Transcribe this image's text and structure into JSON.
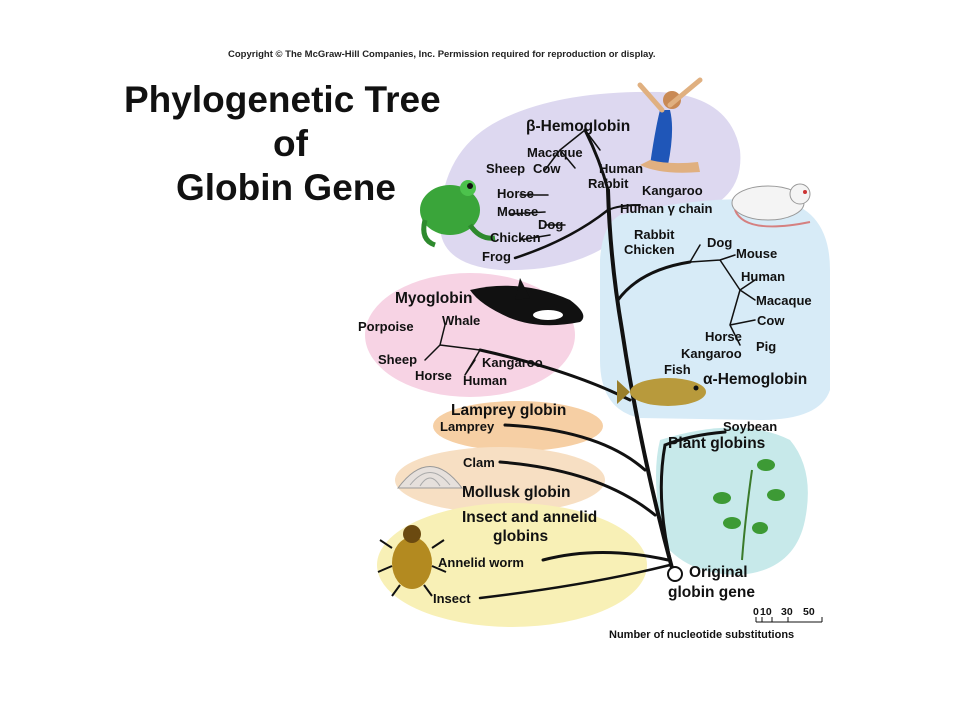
{
  "copyright": "Copyright © The McGraw-Hill Companies, Inc. Permission required for reproduction or display.",
  "title": {
    "line1": "Phylogenetic Tree",
    "line2": "of",
    "line3": "Globin Gene"
  },
  "groups": {
    "beta": "β-Hemoglobin",
    "alpha": "α-Hemoglobin",
    "myoglobin": "Myoglobin",
    "lamprey": "Lamprey globin",
    "mollusk": "Mollusk globin",
    "insect_line1": "Insect and annelid",
    "insect_line2": "globins",
    "plant": "Plant globins",
    "origin_line1": "Original",
    "origin_line2": "globin gene"
  },
  "leaves": {
    "beta": [
      "Macaque",
      "Sheep",
      "Cow",
      "Human",
      "Rabbit",
      "Horse",
      "Mouse",
      "Dog",
      "Chicken",
      "Frog",
      "Kangaroo",
      "Human γ chain"
    ],
    "alpha": [
      "Rabbit",
      "Chicken",
      "Dog",
      "Mouse",
      "Human",
      "Macaque",
      "Cow",
      "Horse",
      "Pig",
      "Kangaroo",
      "Fish"
    ],
    "myoglobin": [
      "Whale",
      "Porpoise",
      "Sheep",
      "Horse",
      "Kangaroo",
      "Human"
    ],
    "lamprey": [
      "Lamprey"
    ],
    "mollusk": [
      "Clam"
    ],
    "insect": [
      "Annelid worm",
      "Insect"
    ],
    "plant": [
      "Soybean"
    ]
  },
  "scale": {
    "ticks": [
      "0",
      "10",
      "30",
      "50"
    ],
    "label": "Number of nucleotide substitutions"
  },
  "colors": {
    "beta_bg": "#ddd8f0",
    "alpha_bg": "#d7ebf7",
    "myoglobin_bg": "#f7d3e4",
    "lamprey_bg": "#f6cfa4",
    "mollusk_bg": "#f7dfc3",
    "insect_bg": "#f8f0b6",
    "plant_bg": "#c7e9ea",
    "branch": "#111111"
  },
  "illustrations": [
    "swimmer-figure",
    "frog",
    "white-mouse",
    "orca-whale",
    "fish",
    "clam-shell",
    "beetle",
    "soybean-plant"
  ]
}
